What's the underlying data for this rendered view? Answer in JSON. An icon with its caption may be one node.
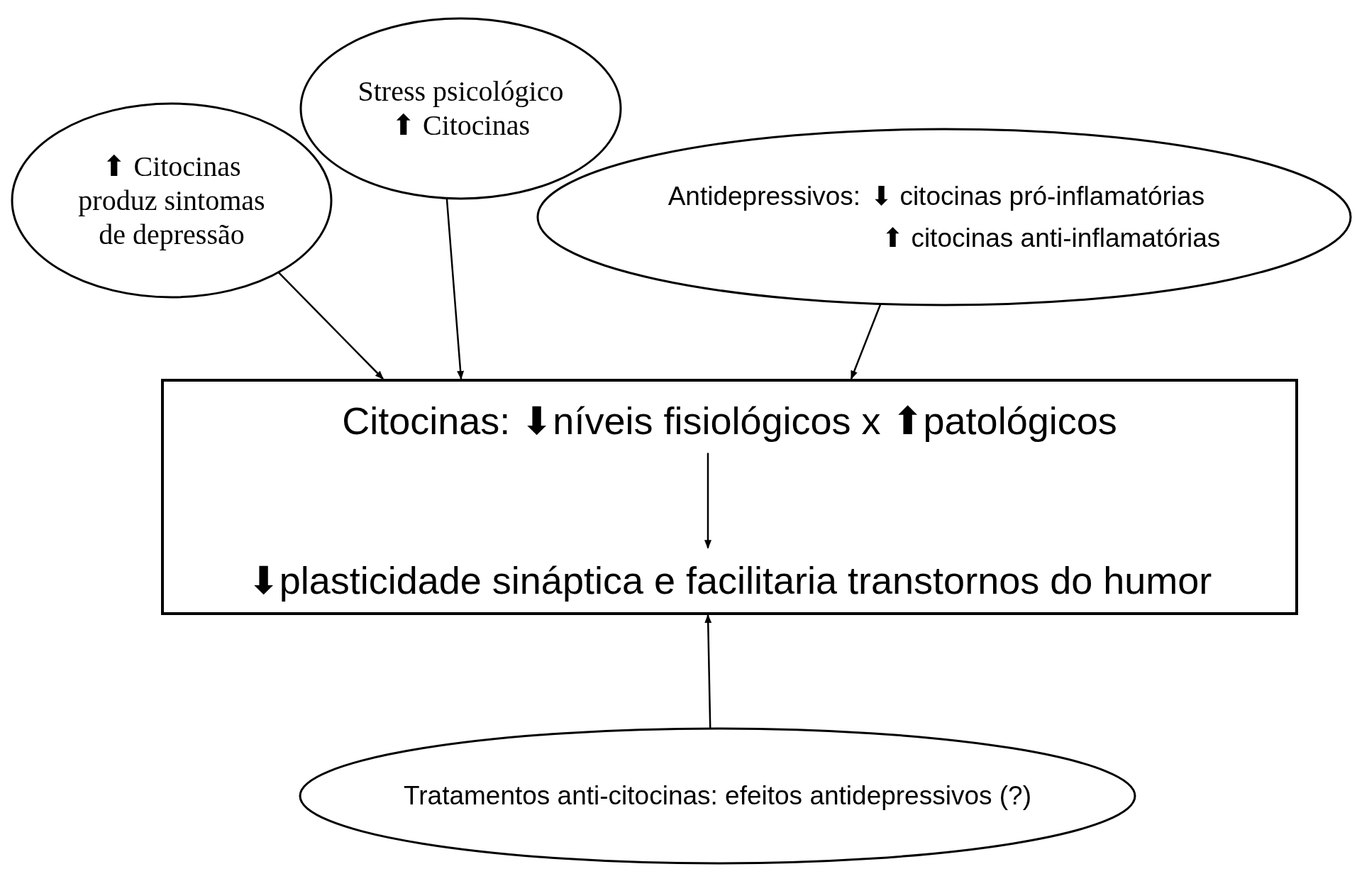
{
  "diagram": {
    "nodes": [
      {
        "text": [
          "⬆ Citocinas produz sintomas de depressão"
        ]
      },
      {
        "text": [
          "Stress psicológico ⬆ Citocinas"
        ]
      },
      {
        "text": [
          "Antidepressivos:",
          "⬇ citocinas pró-inflamatórias",
          "⬆ citocinas anti-inflamatórias"
        ]
      },
      {
        "text": [],
        "shape": "box"
      },
      {
        "text": [
          "Citocinas: ⬇níveis fisiológicos x ⬆patológicos"
        ],
        "in": 3
      },
      {
        "text": [
          "⬇plasticidade sináptica e facilitaria transtornos do humor"
        ],
        "in": 3
      },
      {
        "text": [
          "Tratamentos anti-citocinas: efeitos antidepressivos (?)"
        ]
      }
    ],
    "edges": [
      {
        "from": 0,
        "to": 3,
        "arrow": "to"
      },
      {
        "from": 1,
        "to": 3,
        "arrow": "to"
      },
      {
        "from": 2,
        "to": 3,
        "arrow": "to"
      },
      {
        "from": 4,
        "to": 5,
        "arrow": "to"
      },
      {
        "from": 6,
        "to": 3,
        "arrow": "to"
      }
    ]
  }
}
